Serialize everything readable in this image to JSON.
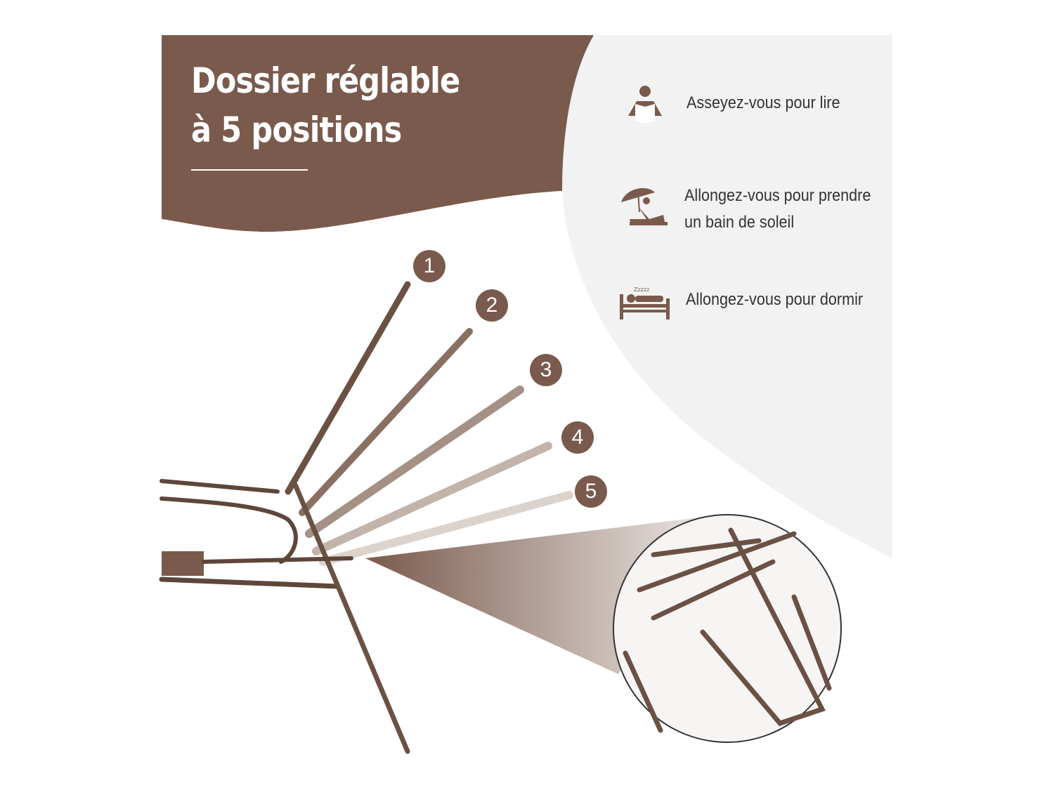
{
  "heading": {
    "line1": "Dossier réglable",
    "line2": "à 5 positions"
  },
  "features": [
    {
      "icon": "reading-person-icon",
      "text": "Asseyez-vous pour lire"
    },
    {
      "icon": "sunbathing-umbrella-icon",
      "text_line1": "Allongez-vous pour prendre",
      "text_line2": "un bain de soleil"
    },
    {
      "icon": "sleeping-bed-icon",
      "text": "Allongez-vous pour dormir"
    }
  ],
  "positions": [
    "1",
    "2",
    "3",
    "4",
    "5"
  ],
  "colors": {
    "brand": "#7a5a4c",
    "panel": "#f2f2f2"
  }
}
